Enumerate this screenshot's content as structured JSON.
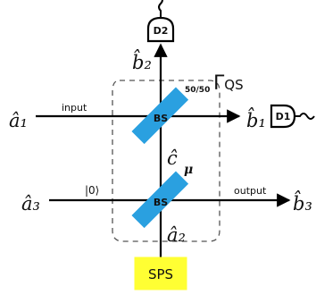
{
  "labels": {
    "a1": "â₁",
    "b1": "b̂₁",
    "a3": "â₃",
    "b3": "b̂₃",
    "b2": "b̂₂",
    "c": "ĉ",
    "a2": "â₂",
    "input": "input",
    "output": "output",
    "vacuum": "|0⟩",
    "bs_upper": "BS",
    "bs_lower": "BS",
    "ratio": "50/50",
    "mu": "μ",
    "gamma": "Γ",
    "gamma_sub": "QS",
    "d1": "D1",
    "d2": "D2",
    "sps": "SPS"
  },
  "colors": {
    "beam_splitter": "#2aa0e0",
    "sps_fill": "#ffff33",
    "line": "#000000",
    "box_dash": "#555555"
  }
}
